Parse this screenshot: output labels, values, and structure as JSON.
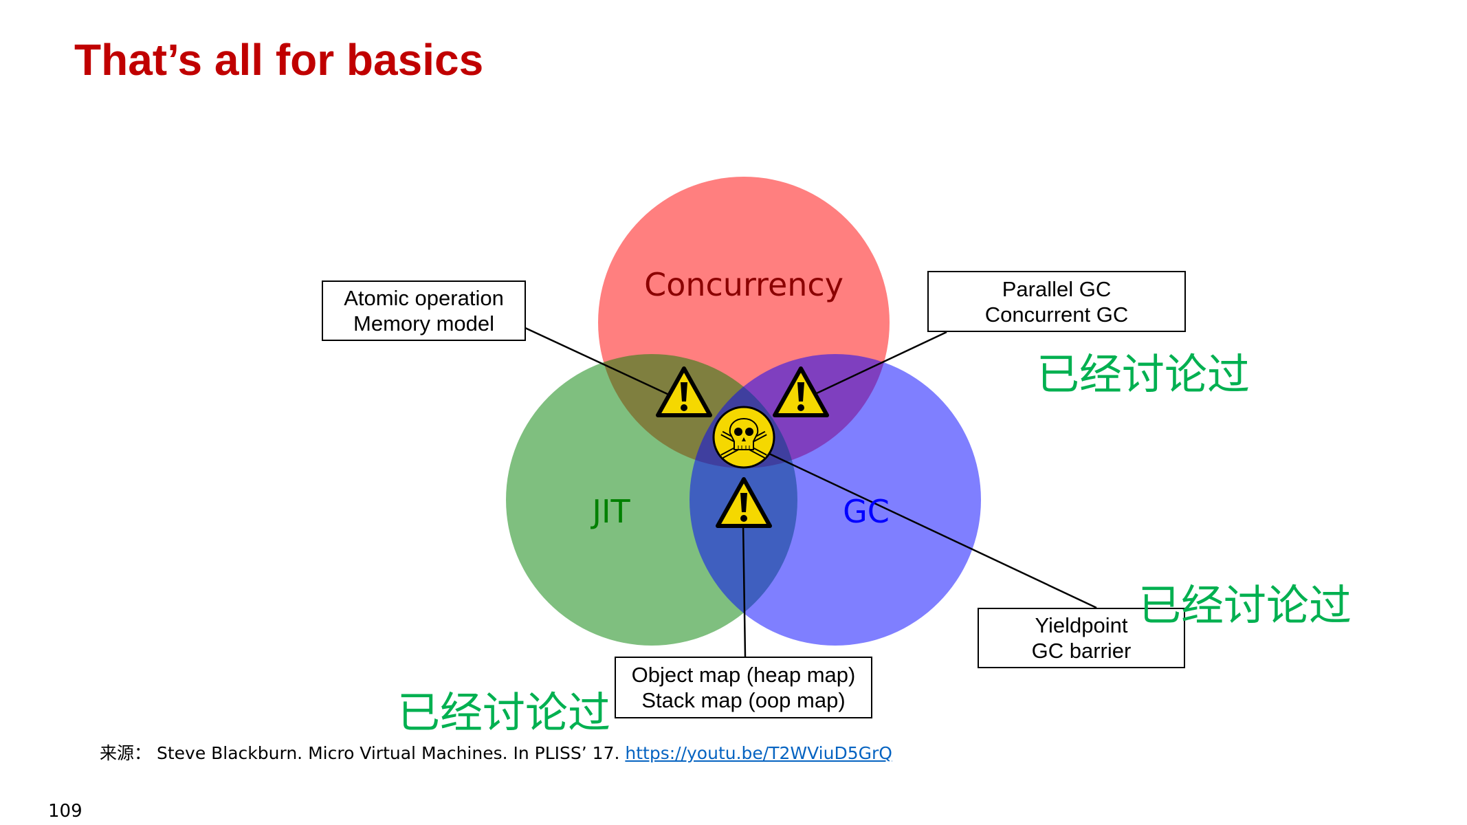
{
  "title": "That’s all for basics",
  "venn": {
    "circles": [
      {
        "label": "Concurrency",
        "color": "#ff0000",
        "label_color": "#8b0000"
      },
      {
        "label": "JIT",
        "color": "#008000",
        "label_color": "#008000"
      },
      {
        "label": "GC",
        "color": "#0000ff",
        "label_color": "#0000ff"
      }
    ]
  },
  "callouts": {
    "concurrency_jit": {
      "line1": "Atomic operation",
      "line2": "Memory model"
    },
    "concurrency_gc": {
      "line1": "Parallel GC",
      "line2": "Concurrent GC"
    },
    "all_three": {
      "line1": "Yieldpoint",
      "line2": "GC barrier"
    },
    "jit_gc": {
      "line1": "Object map (heap map)",
      "line2": "Stack map (oop map)"
    }
  },
  "notes": {
    "discussed": "已经讨论过"
  },
  "source": {
    "prefix": "来源：",
    "text": "Steve Blackburn. Micro Virtual Machines. In PLISS’ 17. ",
    "link": "https://youtu.be/T2WViuD5GrQ"
  },
  "page_number": "109"
}
